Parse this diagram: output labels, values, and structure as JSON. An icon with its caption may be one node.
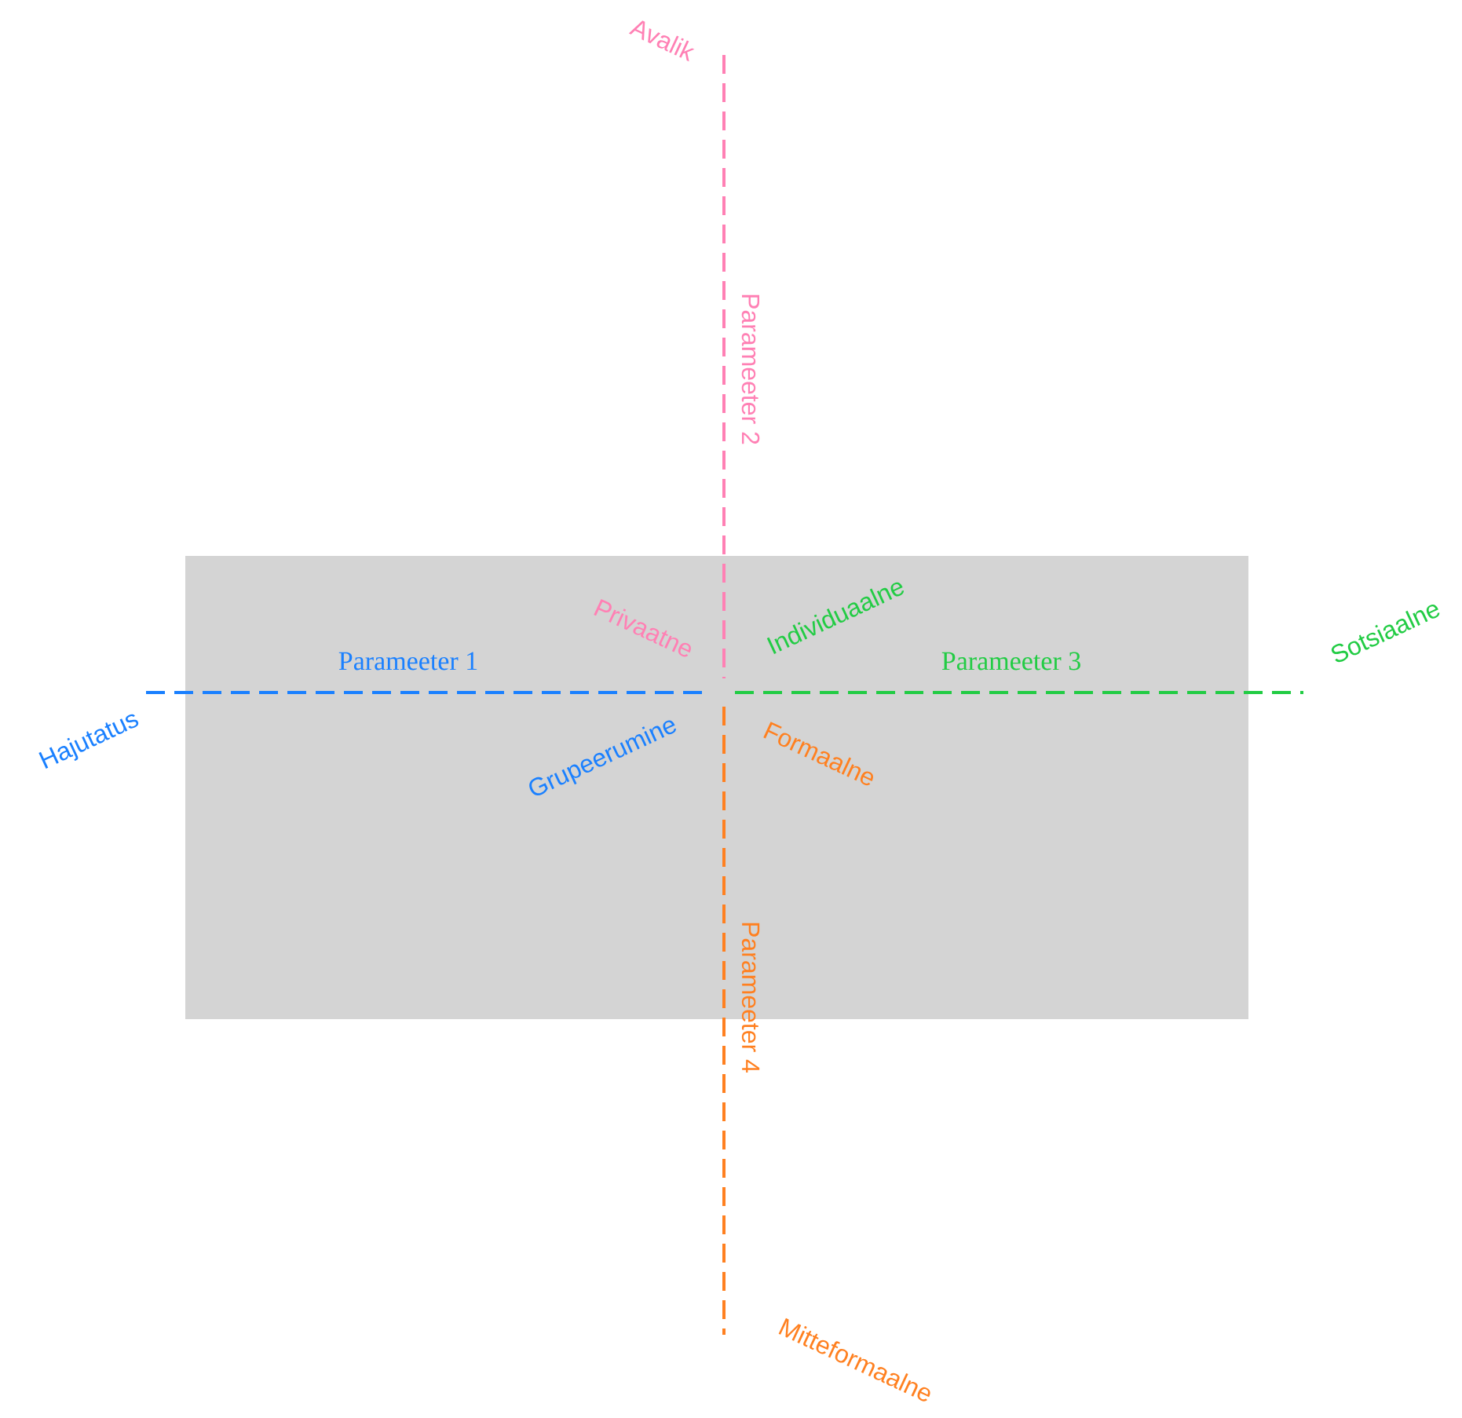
{
  "diagram": {
    "labels": [
      "Avalik",
      "Parameeter 2",
      "Privaatne",
      "Individuaalne",
      "Sotsiaalne",
      "Parameeter 1",
      "Parameeter 3",
      "Hajutatus",
      "Grupeerumine",
      "Formaalne",
      "Parameeter 4",
      "Mitteformaalne"
    ]
  }
}
